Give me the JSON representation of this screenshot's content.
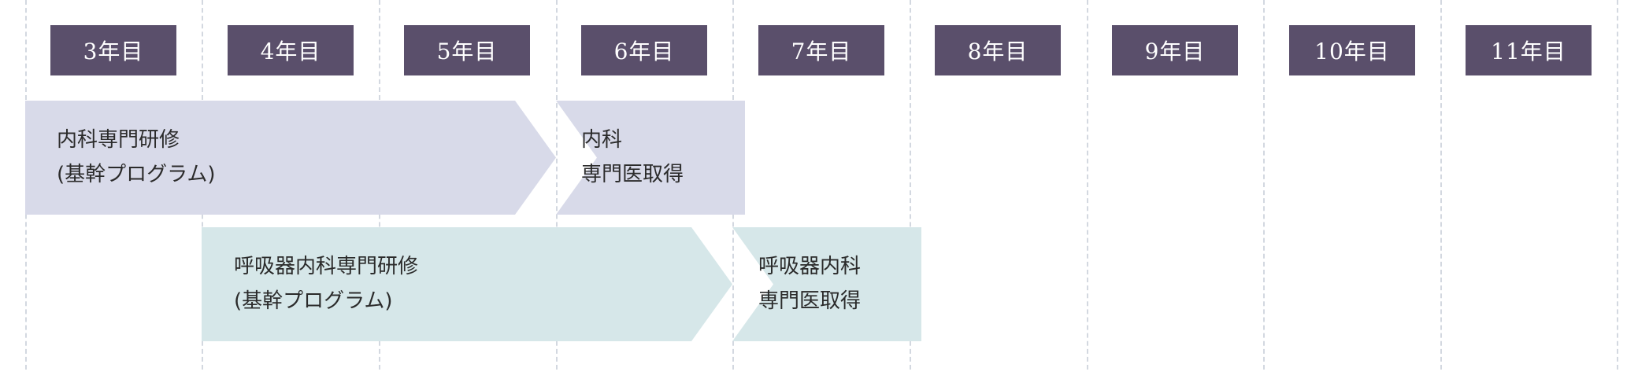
{
  "years": [
    "3年目",
    "4年目",
    "5年目",
    "6年目",
    "7年目",
    "8年目",
    "9年目",
    "10年目",
    "11年目"
  ],
  "colors": {
    "header_bg": "#5a4f6b",
    "header_text": "#ffffff",
    "internal_medicine": "#d8dae9",
    "respiratory": "#d6e7e9",
    "gridline": "#d3d8e0",
    "text": "#2b2b2b"
  },
  "rows": {
    "internal_medicine": {
      "training": [
        "内科専門研修",
        "(基幹プログラム)"
      ],
      "certification": [
        "内科",
        "専門医取得"
      ]
    },
    "respiratory": {
      "training": [
        "呼吸器内科専門研修",
        "(基幹プログラム)"
      ],
      "certification": [
        "呼吸器内科",
        "専門医取得"
      ]
    }
  }
}
